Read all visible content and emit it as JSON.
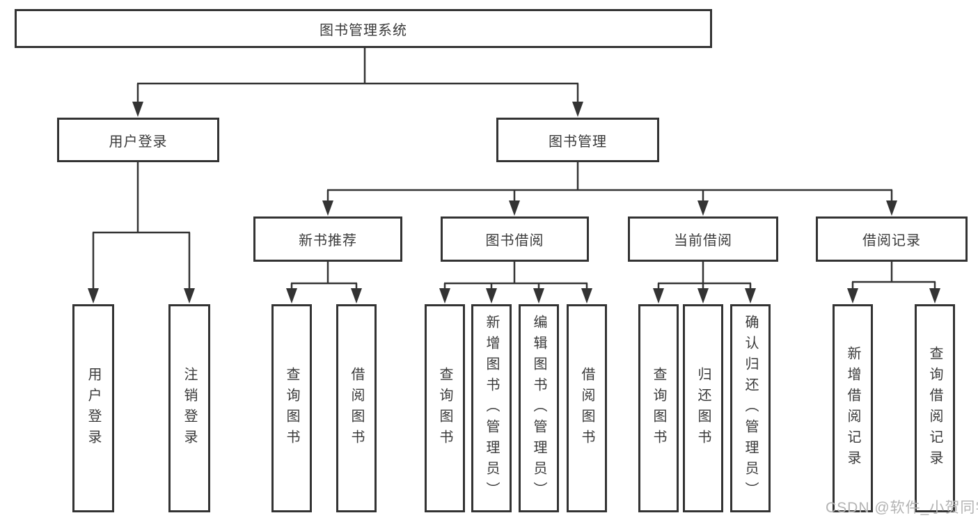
{
  "diagram": {
    "type": "tree",
    "root": {
      "label": "图书管理系统",
      "children": [
        {
          "label": "用户登录",
          "children": [
            {
              "label": "用户登录"
            },
            {
              "label": "注销登录"
            }
          ]
        },
        {
          "label": "图书管理",
          "children": [
            {
              "label": "新书推荐",
              "children": [
                {
                  "label": "查询图书"
                },
                {
                  "label": "借阅图书"
                }
              ]
            },
            {
              "label": "图书借阅",
              "children": [
                {
                  "label": "查询图书"
                },
                {
                  "label": "新增图书（管理员）"
                },
                {
                  "label": "编辑图书（管理员）"
                },
                {
                  "label": "借阅图书"
                }
              ]
            },
            {
              "label": "当前借阅",
              "children": [
                {
                  "label": "查询图书"
                },
                {
                  "label": "归还图书"
                },
                {
                  "label": "确认归还（管理员）"
                }
              ]
            },
            {
              "label": "借阅记录",
              "children": [
                {
                  "label": "新增借阅记录"
                },
                {
                  "label": "查询借阅记录"
                }
              ]
            }
          ]
        }
      ]
    },
    "colors": {
      "line": "#333333",
      "border": "#333333",
      "text": "#3a3a3a",
      "background": "#ffffff",
      "watermark": "#b3b3b3"
    }
  },
  "watermark": {
    "text": "CSDN @软件_小贺同学"
  }
}
